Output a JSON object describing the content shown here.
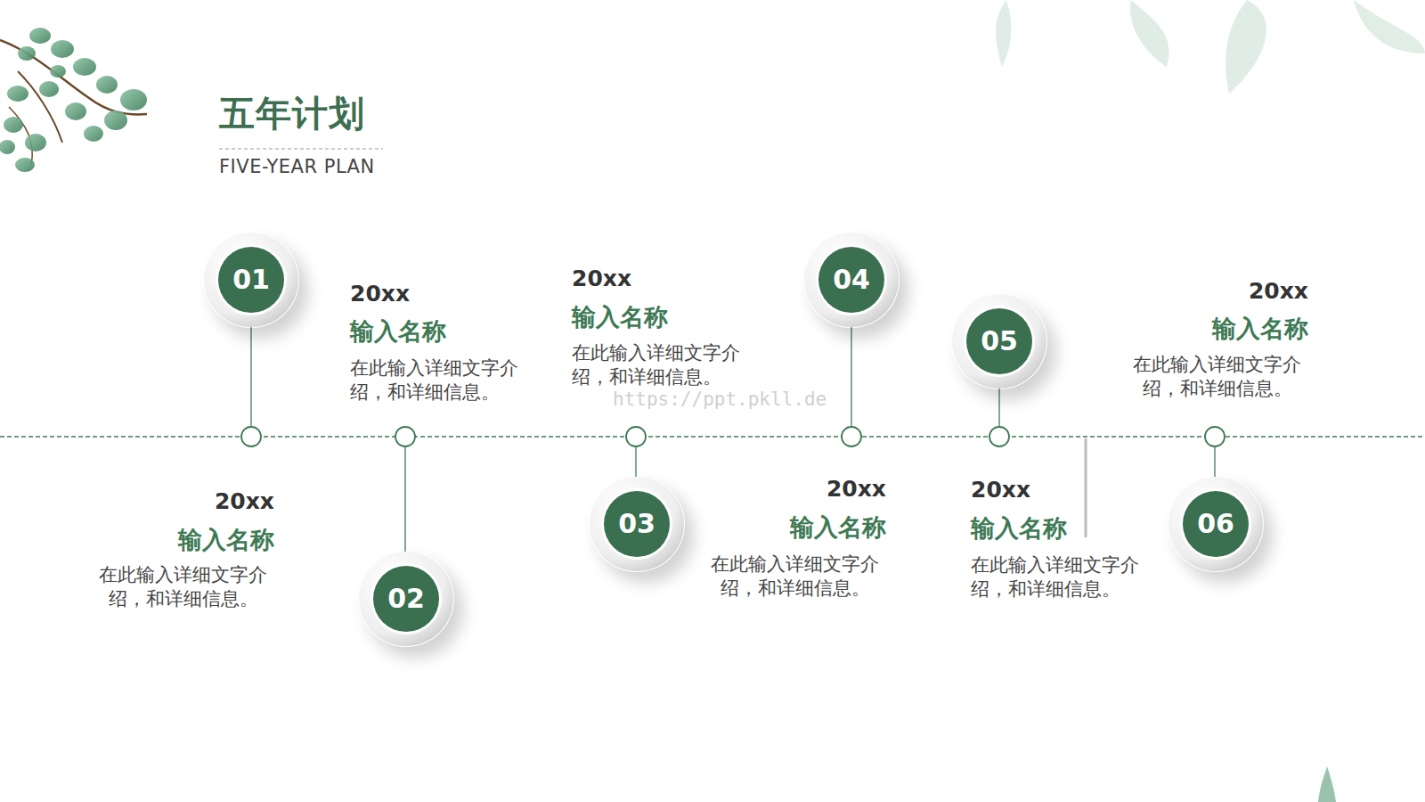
{
  "diagram": {
    "title": "五年计划",
    "nodes": [
      {
        "text": [
          "01"
        ]
      },
      {
        "text": [
          "02"
        ]
      },
      {
        "text": [
          "03"
        ]
      },
      {
        "text": [
          "04"
        ]
      },
      {
        "text": [
          "05"
        ]
      },
      {
        "text": [
          "06"
        ]
      }
    ],
    "edges": [],
    "labels": [
      "FIVE-YEAR PLAN",
      "20xx",
      "输入名称",
      "在此输入详细文字介 绍，和详细信息。",
      "20xx",
      "输入名称",
      "在此输入详细文字介 绍，和详细信息。",
      "20xx",
      "输入名称",
      "在此输入详细文字介 绍，和详细信息。",
      "https://ppt.pkll.de",
      "20xx",
      "输入名称",
      "在此输入详细文字介 绍，和详细信息。",
      "20xx",
      "输入名称",
      "在此输入详细文字介 绍，和详细信息。",
      "20xx",
      "输入名称",
      "在此输入详细文字介 绍，和详细信息。"
    ]
  }
}
